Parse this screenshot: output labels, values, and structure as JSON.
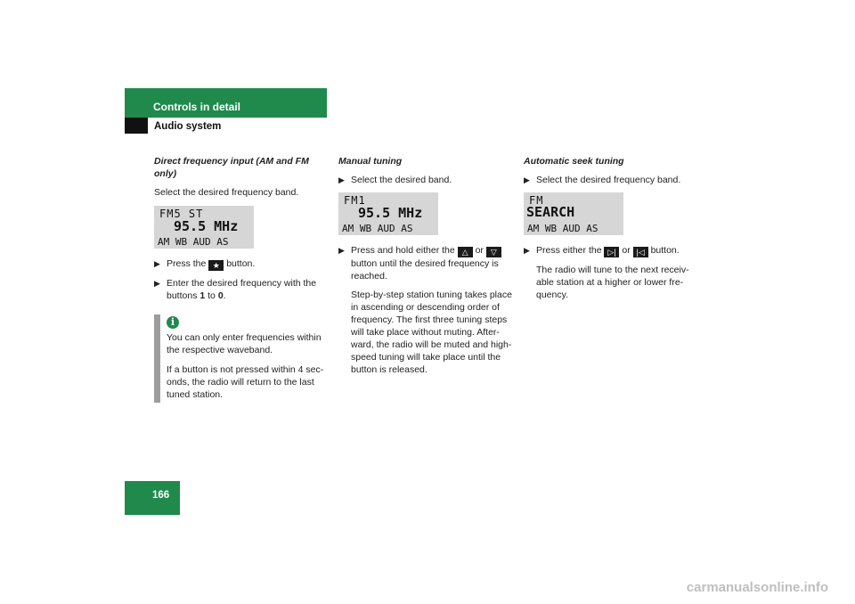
{
  "header": {
    "section": "Controls in detail",
    "subsection": "Audio system"
  },
  "page_number": "166",
  "icons": {
    "bullet": "arrow-bullet-icon",
    "info": "info-icon"
  },
  "col1": {
    "heading": "Direct frequency input (AM and FM only)",
    "intro": "Select the desired frequency band.",
    "display": {
      "line1": "FM5  ST",
      "line2": "95.5 MHz",
      "line3": "AM WB AUD AS"
    },
    "step1": {
      "pre": "Press the",
      "key": "★",
      "post": "button."
    },
    "step2": {
      "pre": "Enter the desired frequency with the buttons",
      "k1": "1",
      "to": "to",
      "k2": "0",
      "end": "."
    },
    "note": {
      "p1": "You can only enter frequencies within the respective waveband.",
      "p2": "If a button is not pressed within 4 sec-onds, the radio will return to the last tuned station."
    }
  },
  "col2": {
    "heading": "Manual tuning",
    "step1": "Select the desired band.",
    "display": {
      "line1": "FM1",
      "line2": "95.5 MHz",
      "line3": "AM WB AUD AS"
    },
    "step2": {
      "pre": "Press and hold either the",
      "key_up": "△",
      "or": "or",
      "key_down": "▽",
      "post": "button until the desired frequency is reached."
    },
    "detail": "Step-by-step station tuning takes place in ascending or descending order of frequency. The first three tuning steps will take place without muting. After-ward, the radio will be muted and high-speed tuning will take place until the button is released."
  },
  "col3": {
    "heading": "Automatic seek tuning",
    "step1": "Select the desired frequency band.",
    "display": {
      "line1": "FM",
      "line2": "SEARCH",
      "line3": "AM WB AUD AS"
    },
    "step2": {
      "pre": "Press either the",
      "key_next": "▷|",
      "or": "or",
      "key_prev": "|◁",
      "post": "button."
    },
    "detail": "The radio will tune to the next receiv-able station at a higher or lower fre-quency."
  },
  "footer": {
    "watermark": "carmanualsonline.info"
  }
}
